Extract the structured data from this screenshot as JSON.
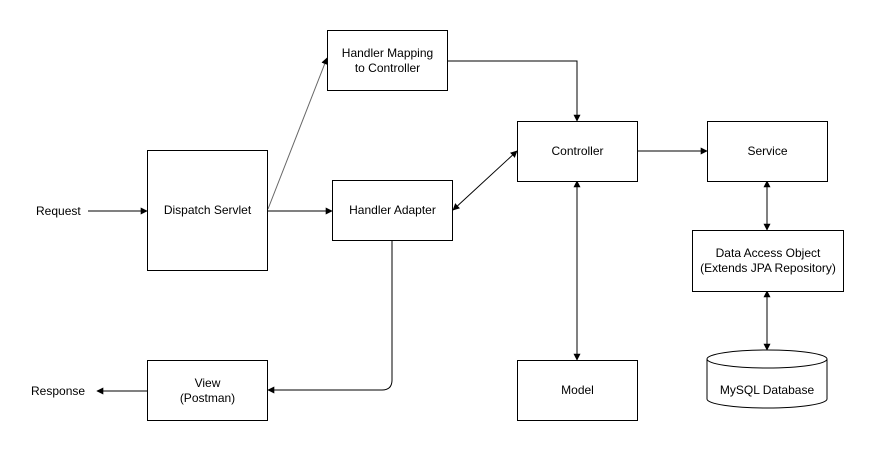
{
  "nodes": {
    "dispatch_servlet": "Dispatch Servlet",
    "handler_mapping": [
      "Handler Mapping",
      "to Controller"
    ],
    "handler_adapter": "Handler Adapter",
    "controller": "Controller",
    "service": "Service",
    "dao": [
      "Data Access Object",
      "(Extends JPA Repository)"
    ],
    "database": "MySQL Database",
    "view": [
      "View",
      "(Postman)"
    ],
    "model": "Model"
  },
  "labels": {
    "request": "Request",
    "response": "Response"
  }
}
